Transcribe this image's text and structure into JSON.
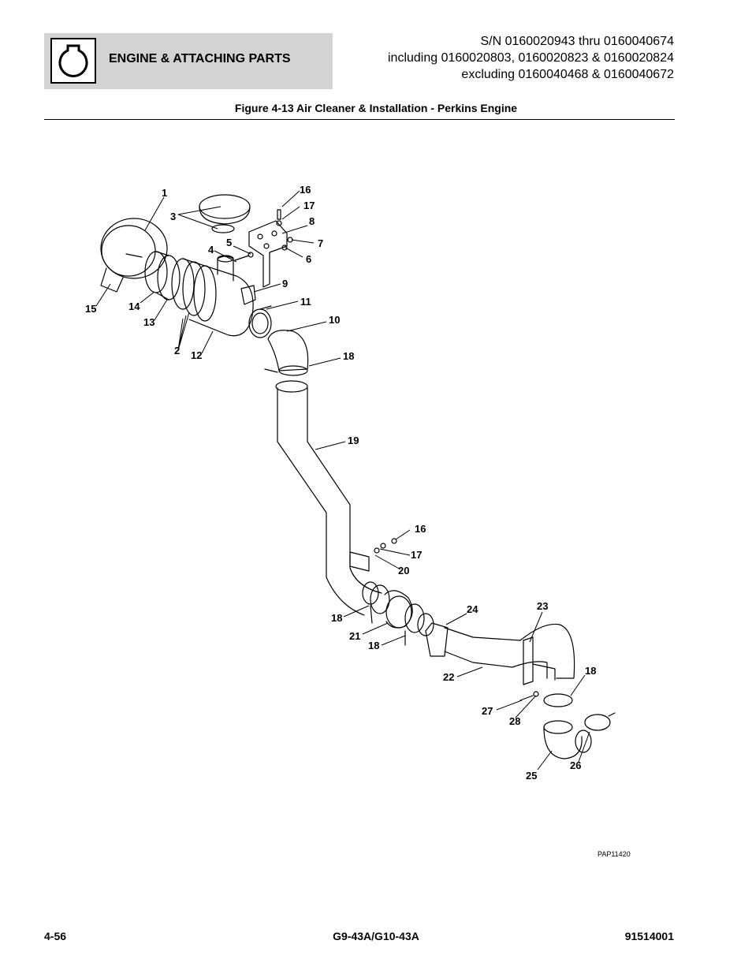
{
  "header": {
    "section_title": "ENGINE & ATTACHING PARTS",
    "sn_lines": [
      "S/N 0160020943 thru 0160040674",
      "including 0160020803, 0160020823 & 0160020824",
      "excluding 0160040468 & 0160040672"
    ],
    "icon": "engine-icon"
  },
  "figure": {
    "title": "Figure 4-13 Air Cleaner & Installation - Perkins Engine",
    "code": "PAP11420",
    "callouts": [
      "1",
      "2",
      "3",
      "4",
      "5",
      "6",
      "7",
      "8",
      "9",
      "10",
      "11",
      "12",
      "13",
      "14",
      "15",
      "16",
      "17",
      "18",
      "19",
      "20",
      "16",
      "17",
      "18",
      "21",
      "18",
      "22",
      "23",
      "24",
      "18",
      "25",
      "26",
      "27",
      "28"
    ]
  },
  "footer": {
    "page": "4-56",
    "model": "G9-43A/G10-43A",
    "part_no": "91514001"
  }
}
